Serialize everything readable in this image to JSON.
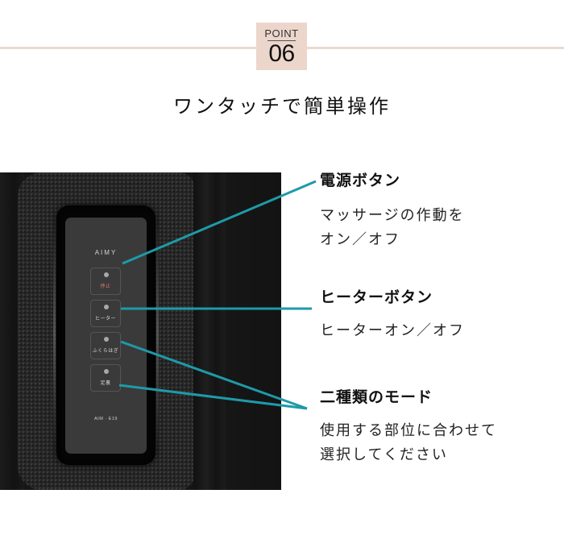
{
  "header": {
    "badge_label": "POINT",
    "badge_number": "06",
    "title": "ワンタッチで簡単操作"
  },
  "device": {
    "brand": "AIMY",
    "model": "AIM · E19",
    "buttons": [
      {
        "label": "停止",
        "label_color": "#d77a72"
      },
      {
        "label": "ヒーター",
        "label_color": "#d8d8d8"
      },
      {
        "label": "ふくらはぎ",
        "label_color": "#d8d8d8"
      },
      {
        "label": "足裏",
        "label_color": "#d8d8d8"
      }
    ]
  },
  "callouts": [
    {
      "heading": "電源ボタン",
      "lines": [
        "マッサージの作動を",
        "オン／オフ"
      ]
    },
    {
      "heading": "ヒーターボタン",
      "lines": [
        "ヒーターオン／オフ"
      ]
    },
    {
      "heading": "二種類のモード",
      "lines": [
        "使用する部位に合わせて",
        "選択してください"
      ]
    }
  ],
  "colors": {
    "accent_line": "#1e9aa8",
    "badge_bg": "#ecd6cc",
    "rule": "#ecd9d0"
  }
}
